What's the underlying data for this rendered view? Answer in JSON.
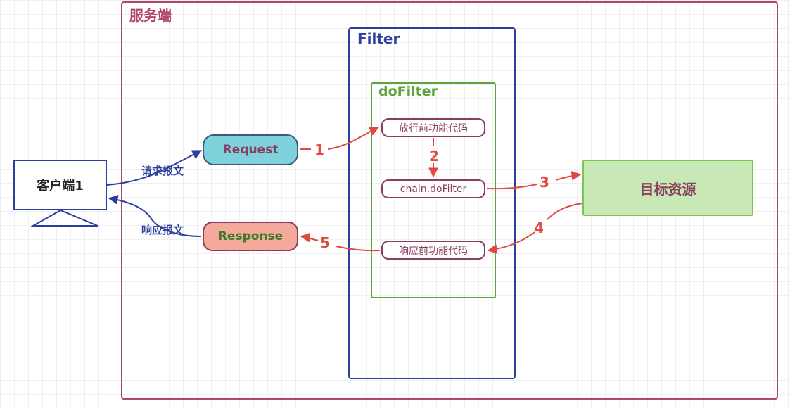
{
  "server": {
    "title": "服务端"
  },
  "filter": {
    "title": "Filter"
  },
  "dofilter": {
    "title": "doFilter",
    "steps": [
      "放行前功能代码",
      "chain.doFilter",
      "响应前功能代码"
    ]
  },
  "nodes": {
    "request": "Request",
    "response": "Response",
    "target": "目标资源",
    "client": "客户端1"
  },
  "labels": {
    "request_message": "请求报文",
    "response_message": "响应报文"
  },
  "step_numbers": [
    "1",
    "2",
    "3",
    "4",
    "5"
  ],
  "colors": {
    "server": "#b0456d",
    "filter": "#2b3f9e",
    "dofilter": "#5da43d",
    "flow_arrow": "#e04a3e",
    "message_arrow": "#2b3f9e",
    "request_fill": "#7fd1dc",
    "response_fill": "#f4a99b",
    "target_fill": "#c8e9b5"
  }
}
